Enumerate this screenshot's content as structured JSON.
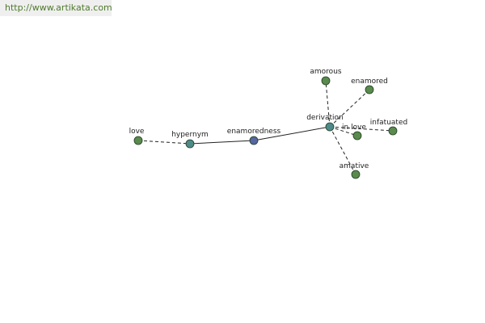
{
  "header": {
    "site_url": "http://www.artikata.com"
  },
  "colors": {
    "leaf": "#5a8a4e",
    "hub": "#4f8a8a",
    "root": "#5566a0",
    "link_text": "#4f7a2c"
  },
  "nodes": {
    "love": "love",
    "hypernym": "hypernym",
    "enamoredness": "enamoredness",
    "derivation": "derivation",
    "amorous": "amorous",
    "enamored": "enamored",
    "in_love": "in love",
    "infatuated": "infatuated",
    "amative": "amative"
  }
}
